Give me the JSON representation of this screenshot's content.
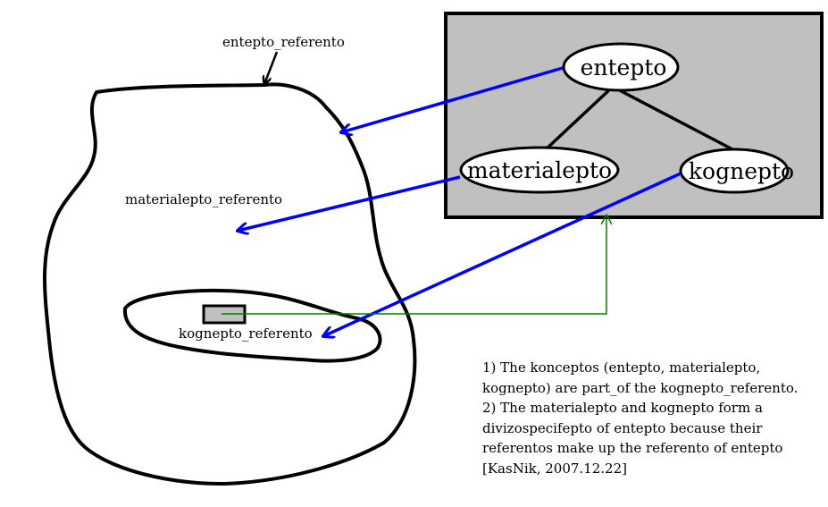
{
  "diagram": {
    "nodes": {
      "entepto": "entepto",
      "materialepto": "materialepto",
      "kognepto": "kognepto"
    },
    "referents": {
      "entepto_referento": "entepto_referento",
      "materialepto_referento": "materialepto_referento",
      "kognepto_referento": "kognepto_referento"
    },
    "colors": {
      "box_fill": "#c0c0c0",
      "arrow_blue": "#0000ff",
      "link_green": "#008000",
      "ink": "#000000"
    }
  },
  "notes": [
    "1) The konceptos (entepto, materialepto,",
    "kognepto) are part_of the kognepto_referento.",
    "2) The materialepto and kognepto form a",
    "divizospecifepto of entepto because their",
    "referentos make up the referento of entepto",
    "[KasNik, 2007.12.22]"
  ]
}
